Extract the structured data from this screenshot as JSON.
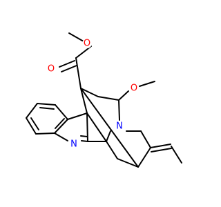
{
  "molecule": {
    "atom_labels": {
      "ester_carbonyl_o": "O",
      "ester_ether_o": "O",
      "methoxy_o": "O",
      "amine_n": "N",
      "imine_n": "N"
    },
    "colors": {
      "bond": "#000000",
      "oxygen": "#ff0000",
      "nitrogen": "#0000ff",
      "background": "#ffffff"
    }
  }
}
